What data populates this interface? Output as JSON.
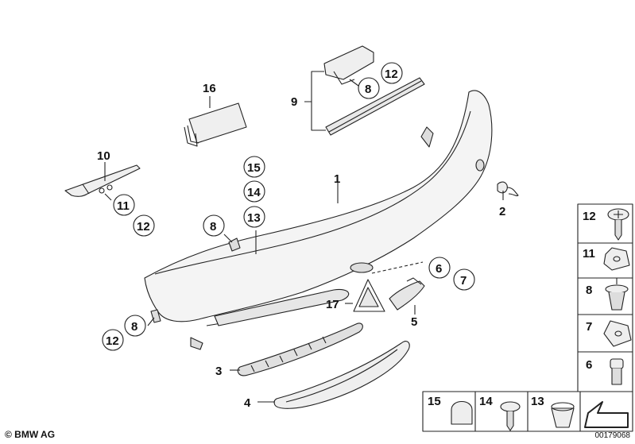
{
  "diagram": {
    "callouts": [
      {
        "id": "c1",
        "text": "1"
      },
      {
        "id": "c2",
        "text": "2"
      },
      {
        "id": "c3",
        "text": "3"
      },
      {
        "id": "c4",
        "text": "4"
      },
      {
        "id": "c5",
        "text": "5"
      },
      {
        "id": "c6",
        "text": "6"
      },
      {
        "id": "c7",
        "text": "7"
      },
      {
        "id": "c8a",
        "text": "8"
      },
      {
        "id": "c8b",
        "text": "8"
      },
      {
        "id": "c8c",
        "text": "8"
      },
      {
        "id": "c9",
        "text": "9"
      },
      {
        "id": "c10",
        "text": "10"
      },
      {
        "id": "c11",
        "text": "11"
      },
      {
        "id": "c12a",
        "text": "12"
      },
      {
        "id": "c12b",
        "text": "12"
      },
      {
        "id": "c12c",
        "text": "12"
      },
      {
        "id": "c13",
        "text": "13"
      },
      {
        "id": "c14",
        "text": "14"
      },
      {
        "id": "c15",
        "text": "15"
      },
      {
        "id": "c16",
        "text": "16"
      },
      {
        "id": "c17",
        "text": "17"
      }
    ],
    "parts_panel": [
      {
        "id": "p12",
        "text": "12"
      },
      {
        "id": "p11",
        "text": "11"
      },
      {
        "id": "p8",
        "text": "8"
      },
      {
        "id": "p7",
        "text": "7"
      },
      {
        "id": "p6",
        "text": "6"
      },
      {
        "id": "p15",
        "text": "15"
      },
      {
        "id": "p14",
        "text": "14"
      },
      {
        "id": "p13",
        "text": "13"
      }
    ],
    "footer": {
      "copyright": "© BMW AG",
      "drawing_number": "00179068"
    }
  }
}
